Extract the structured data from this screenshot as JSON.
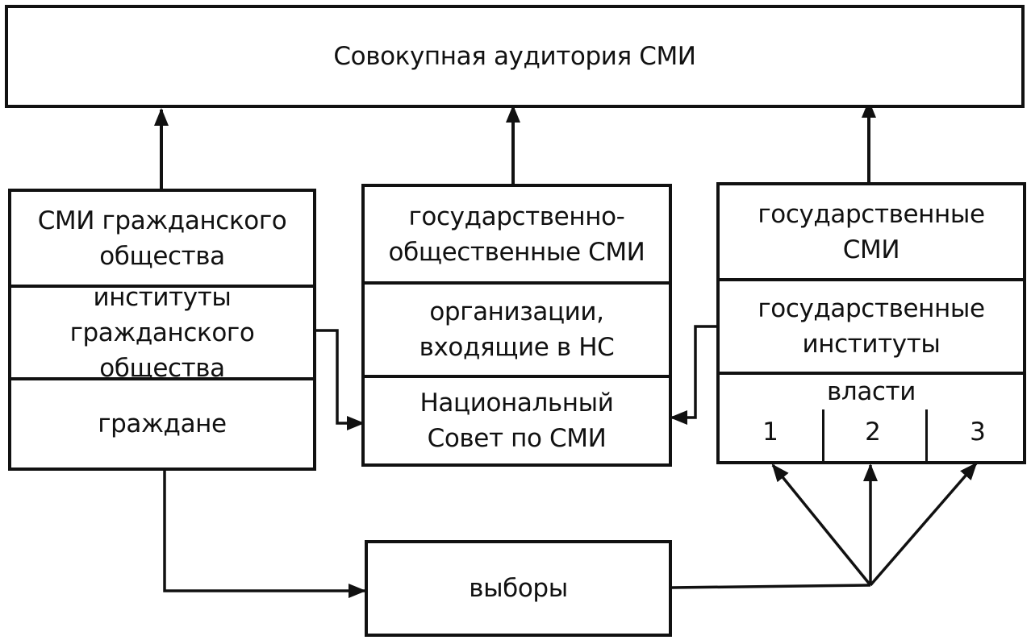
{
  "top_box": {
    "label": "Совокупная аудитория СМИ"
  },
  "left_column": {
    "header": "СМИ гражданского общества",
    "middle": "институты гражданского общества",
    "bottom": "граждане"
  },
  "center_column": {
    "header": "государственно-общественные СМИ",
    "middle": "организации, входящие в НС",
    "bottom": "Национальный Совет по СМИ"
  },
  "right_column": {
    "header": "государственные СМИ",
    "middle": "государственные институты",
    "bottom_title": "власти",
    "branches": [
      "1",
      "2",
      "3"
    ]
  },
  "elections_box": {
    "label": "выборы"
  }
}
